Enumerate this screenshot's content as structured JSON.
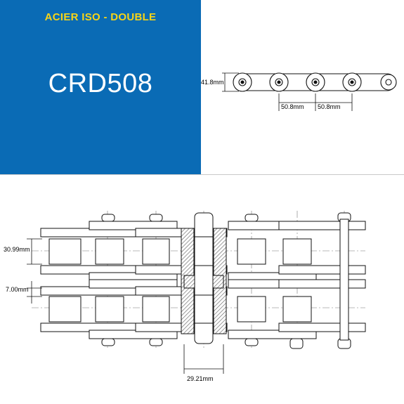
{
  "header": {
    "subtitle": "ACIER ISO - DOUBLE",
    "product_code": "CRD508"
  },
  "side_view": {
    "height_label": "41.8mm",
    "pitch_label_1": "50.8mm",
    "pitch_label_2": "50.8mm"
  },
  "top_view": {
    "plate_height_label": "30.99mm",
    "transverse_gap_label": "7.00mm",
    "roller_width_label": "29.21mm"
  },
  "colors": {
    "hero_background": "#0a6bb5",
    "subtitle_text": "#f7d417",
    "code_text": "#ffffff",
    "section_hatch": "#6f6f6f"
  }
}
